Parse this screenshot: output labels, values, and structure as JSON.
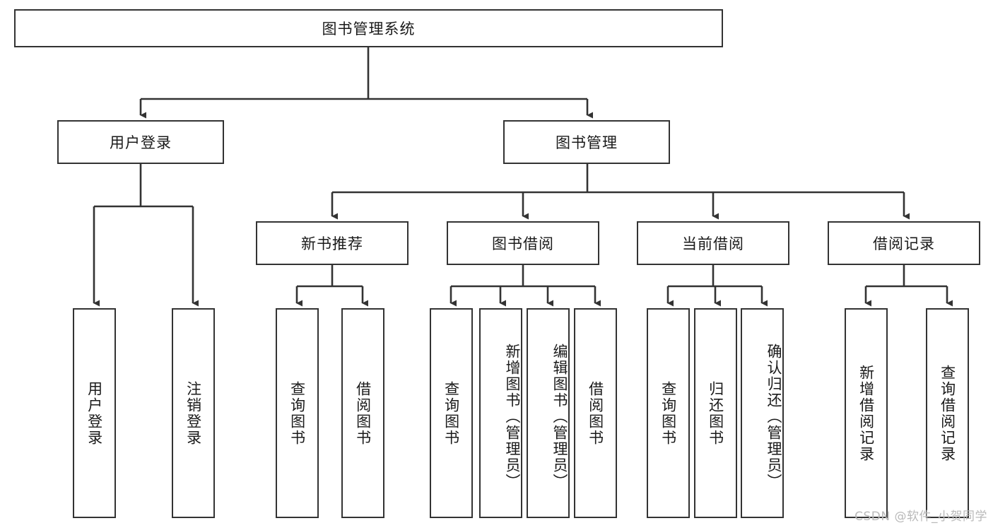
{
  "diagram": {
    "title": "图书管理系统",
    "type": "hierarchy-tree",
    "root": {
      "label": "图书管理系统"
    },
    "level2": [
      {
        "label": "用户登录"
      },
      {
        "label": "图书管理"
      }
    ],
    "level3": [
      {
        "label": "新书推荐"
      },
      {
        "label": "图书借阅"
      },
      {
        "label": "当前借阅"
      },
      {
        "label": "借阅记录"
      }
    ],
    "leaves": [
      {
        "label": "用户登录",
        "parent": "用户登录"
      },
      {
        "label": "注销登录",
        "parent": "用户登录"
      },
      {
        "label": "查询图书",
        "parent": "新书推荐"
      },
      {
        "label": "借阅图书",
        "parent": "新书推荐"
      },
      {
        "label": "查询图书",
        "parent": "图书借阅"
      },
      {
        "label": "新增图书（管理员）",
        "parent": "图书借阅"
      },
      {
        "label": "编辑图书（管理员）",
        "parent": "图书借阅"
      },
      {
        "label": "借阅图书",
        "parent": "图书借阅"
      },
      {
        "label": "查询图书",
        "parent": "当前借阅"
      },
      {
        "label": "归还图书",
        "parent": "当前借阅"
      },
      {
        "label": "确认归还（管理员）",
        "parent": "当前借阅"
      },
      {
        "label": "新增借阅记录",
        "parent": "借阅记录"
      },
      {
        "label": "查询借阅记录",
        "parent": "借阅记录"
      }
    ]
  },
  "watermark": {
    "text": "CSDN @软件_小贺同学"
  },
  "colors": {
    "stroke": "#333333",
    "background": "#ffffff",
    "text": "#1a1a1a",
    "watermark": "#b9b9b9"
  }
}
